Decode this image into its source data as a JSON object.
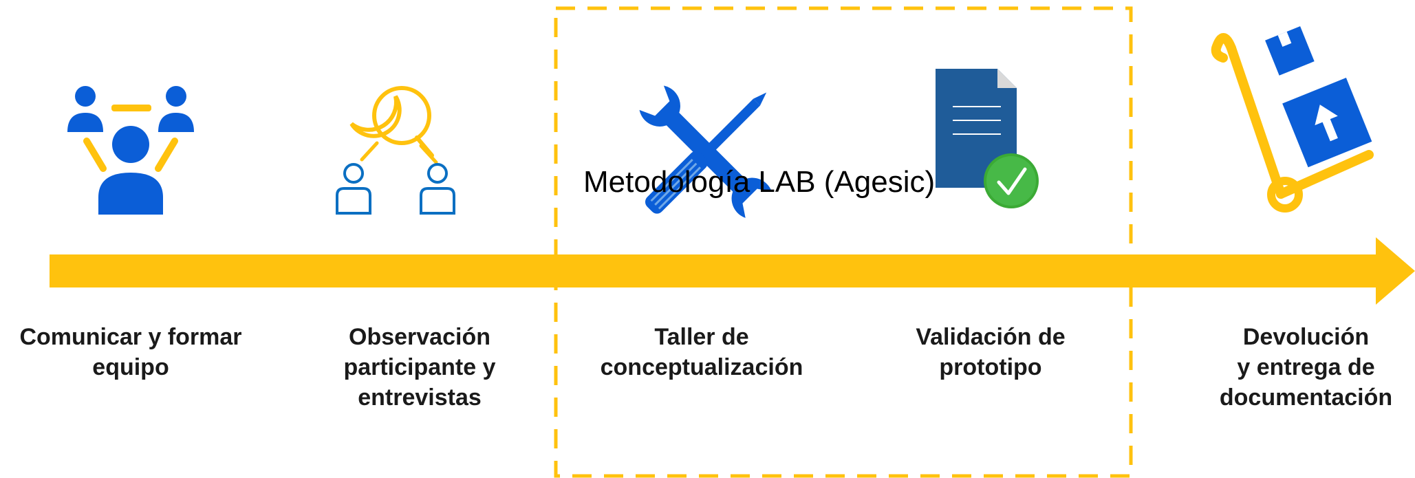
{
  "region_label": "Metodología LAB (Agesic)",
  "colors": {
    "accent": "#FFC20E",
    "blue": "#0B5ED7",
    "doc_blue": "#1F5C99",
    "check_green": "#3BAA35"
  },
  "steps": [
    {
      "label": "Comunicar y formar\nequipo",
      "icon": "team-icon"
    },
    {
      "label": "Observación\nparticipante y\nentrevistas",
      "icon": "observation-icon"
    },
    {
      "label": "Taller de\nconceptualización",
      "icon": "tools-icon"
    },
    {
      "label": "Validación de\nprototipo",
      "icon": "validated-document-icon"
    },
    {
      "label": "Devolución\ny entrega de\ndocumentación",
      "icon": "hand-truck-icon"
    }
  ]
}
